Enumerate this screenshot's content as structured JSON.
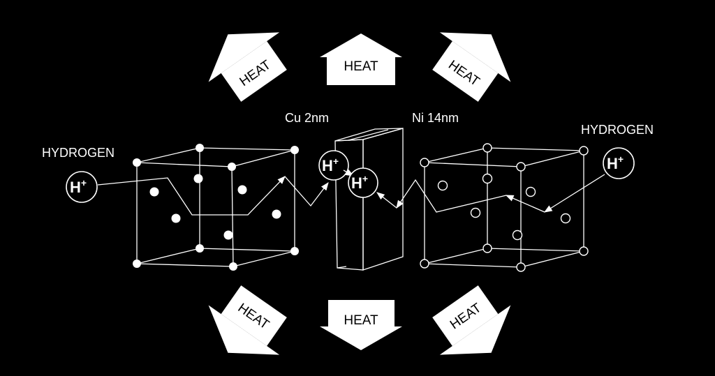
{
  "labels": {
    "hydrogen_left": "HYDROGEN",
    "hydrogen_right": "HYDROGEN",
    "cu_layer": "Cu 2nm",
    "ni_layer": "Ni 14nm"
  },
  "heat": {
    "top_left": "HEAT",
    "top_center": "HEAT",
    "top_right": "HEAT",
    "bottom_left": "HEAT",
    "bottom_center": "HEAT",
    "bottom_right": "HEAT"
  },
  "ions": {
    "symbol": "H",
    "charge": "+"
  }
}
